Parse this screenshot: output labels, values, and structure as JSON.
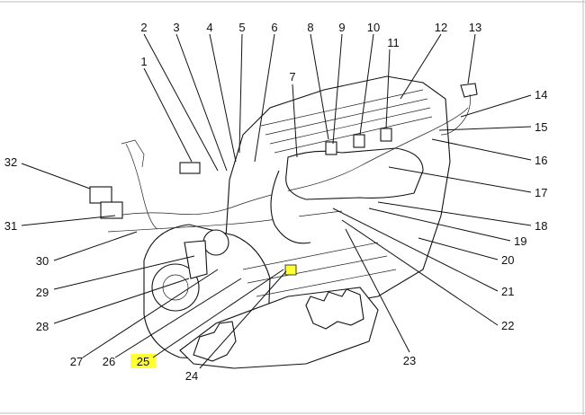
{
  "diagram": {
    "highlight_color": "#ffff33",
    "line_color": "#111111",
    "callouts": [
      {
        "id": "c1",
        "label": "1"
      },
      {
        "id": "c2",
        "label": "2"
      },
      {
        "id": "c3",
        "label": "3"
      },
      {
        "id": "c4",
        "label": "4"
      },
      {
        "id": "c5",
        "label": "5"
      },
      {
        "id": "c6",
        "label": "6"
      },
      {
        "id": "c7",
        "label": "7"
      },
      {
        "id": "c8",
        "label": "8"
      },
      {
        "id": "c9",
        "label": "9"
      },
      {
        "id": "c10",
        "label": "10"
      },
      {
        "id": "c11",
        "label": "11"
      },
      {
        "id": "c12",
        "label": "12"
      },
      {
        "id": "c13",
        "label": "13"
      },
      {
        "id": "c14",
        "label": "14"
      },
      {
        "id": "c15",
        "label": "15"
      },
      {
        "id": "c16",
        "label": "16"
      },
      {
        "id": "c17",
        "label": "17"
      },
      {
        "id": "c18",
        "label": "18"
      },
      {
        "id": "c19",
        "label": "19"
      },
      {
        "id": "c20",
        "label": "20"
      },
      {
        "id": "c21",
        "label": "21"
      },
      {
        "id": "c22",
        "label": "22"
      },
      {
        "id": "c23",
        "label": "23"
      },
      {
        "id": "c24",
        "label": "24"
      },
      {
        "id": "c25",
        "label": "25",
        "highlighted": true
      },
      {
        "id": "c26",
        "label": "26"
      },
      {
        "id": "c27",
        "label": "27"
      },
      {
        "id": "c28",
        "label": "28"
      },
      {
        "id": "c29",
        "label": "29"
      },
      {
        "id": "c30",
        "label": "30"
      },
      {
        "id": "c31",
        "label": "31"
      },
      {
        "id": "c32",
        "label": "32"
      }
    ]
  }
}
